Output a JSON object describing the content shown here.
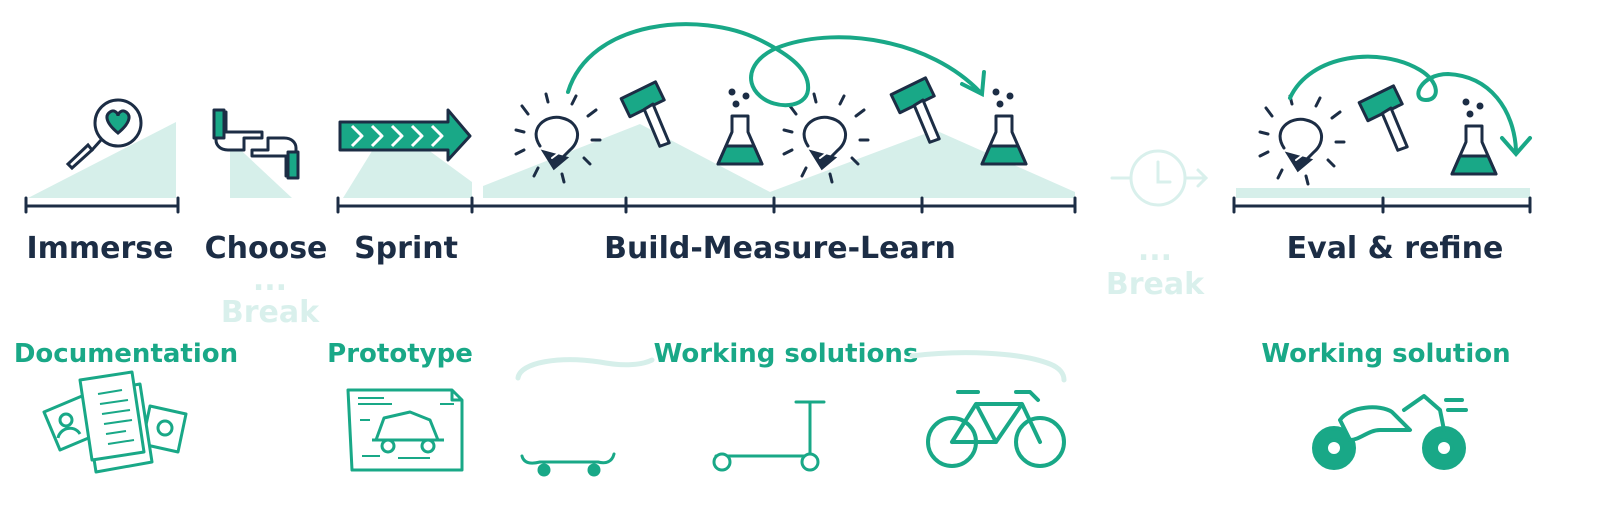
{
  "colors": {
    "ink": "#1c2d45",
    "teal": "#19a887",
    "mint": "#d6efea",
    "faint": "#d9f0ec"
  },
  "phases": {
    "immerse": "Immerse",
    "choose": "Choose",
    "sprint": "Sprint",
    "bml": "Build-Measure-Learn",
    "eval": "Eval & refine"
  },
  "breaks": {
    "break1_dots": "...",
    "break1_label": "Break",
    "break2_dots": "...",
    "break2_label": "Break"
  },
  "outputs": {
    "documentation": "Documentation",
    "prototype": "Prototype",
    "working_solutions": "Working solutions",
    "working_solution": "Working solution"
  },
  "icons": [
    "magnifier-heart-icon",
    "hands-frame-icon",
    "chevron-arrow-icon",
    "lightbulb-icon",
    "hammer-icon",
    "flask-icon",
    "clock-icon",
    "documents-icon",
    "prototype-sketch-icon",
    "skateboard-icon",
    "scooter-icon",
    "bicycle-icon",
    "motorcycle-icon"
  ]
}
